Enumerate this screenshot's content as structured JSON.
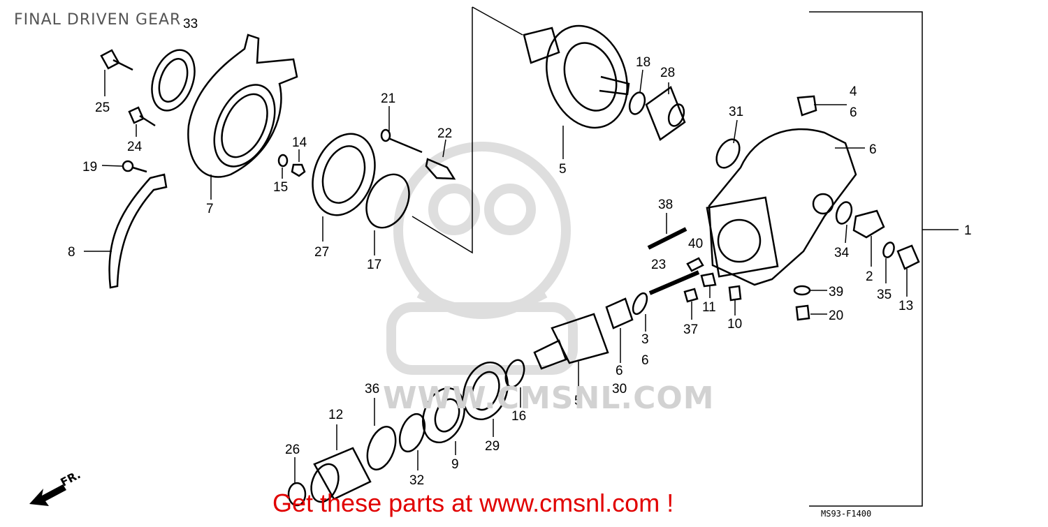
{
  "diagram": {
    "title": "FINAL DRIVEN GEAR",
    "promo_text": "Get these parts at www.cmsnl.com !",
    "drawing_code": "MS93-F1400",
    "direction_label": "FR.",
    "watermark_text": "WWW.CMSNL.COM",
    "accent_color": "#e10000",
    "ink_color": "#000000",
    "labels": {
      "l33": "33",
      "l25": "25",
      "l24": "24",
      "l19": "19",
      "l8": "8",
      "l7": "7",
      "l21": "21",
      "l22": "22",
      "l14": "14",
      "l15": "15",
      "l27": "27",
      "l17": "17",
      "l5a": "5",
      "l18": "18",
      "l28": "28",
      "l31": "31",
      "l4": "4",
      "l6a": "6",
      "l6b": "6",
      "l1": "1",
      "l38": "38",
      "l40": "40",
      "l23": "23",
      "l34": "34",
      "l2": "2",
      "l35": "35",
      "l13": "13",
      "l39": "39",
      "l20": "20",
      "l11": "11",
      "l10": "10",
      "l37": "37",
      "l3": "3",
      "l6c": "6",
      "l6d": "6",
      "l30": "30",
      "l5b": "5",
      "l16": "16",
      "l29": "29",
      "l9": "9",
      "l36": "36",
      "l12": "12",
      "l32": "32",
      "l26": "26"
    }
  }
}
